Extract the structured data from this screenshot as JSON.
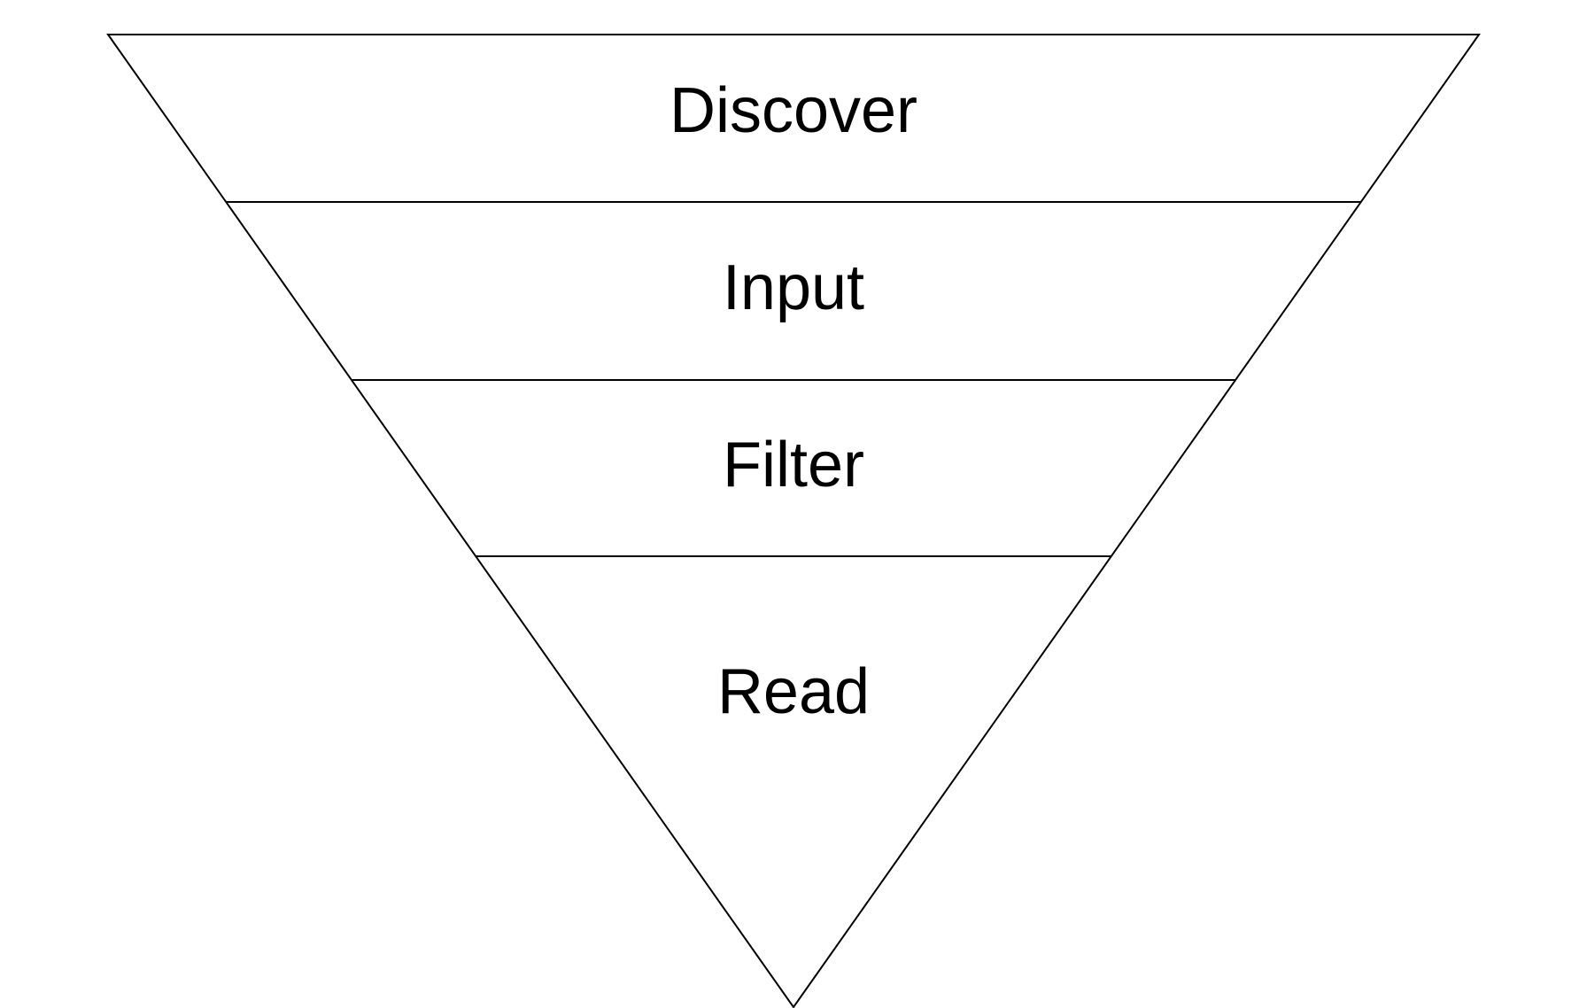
{
  "diagram": {
    "type": "inverted-funnel",
    "stages": [
      {
        "label": "Discover"
      },
      {
        "label": "Input"
      },
      {
        "label": "Filter"
      },
      {
        "label": "Read"
      }
    ],
    "colors": {
      "line": "#000000",
      "fill": "#ffffff",
      "text": "#000000"
    }
  }
}
